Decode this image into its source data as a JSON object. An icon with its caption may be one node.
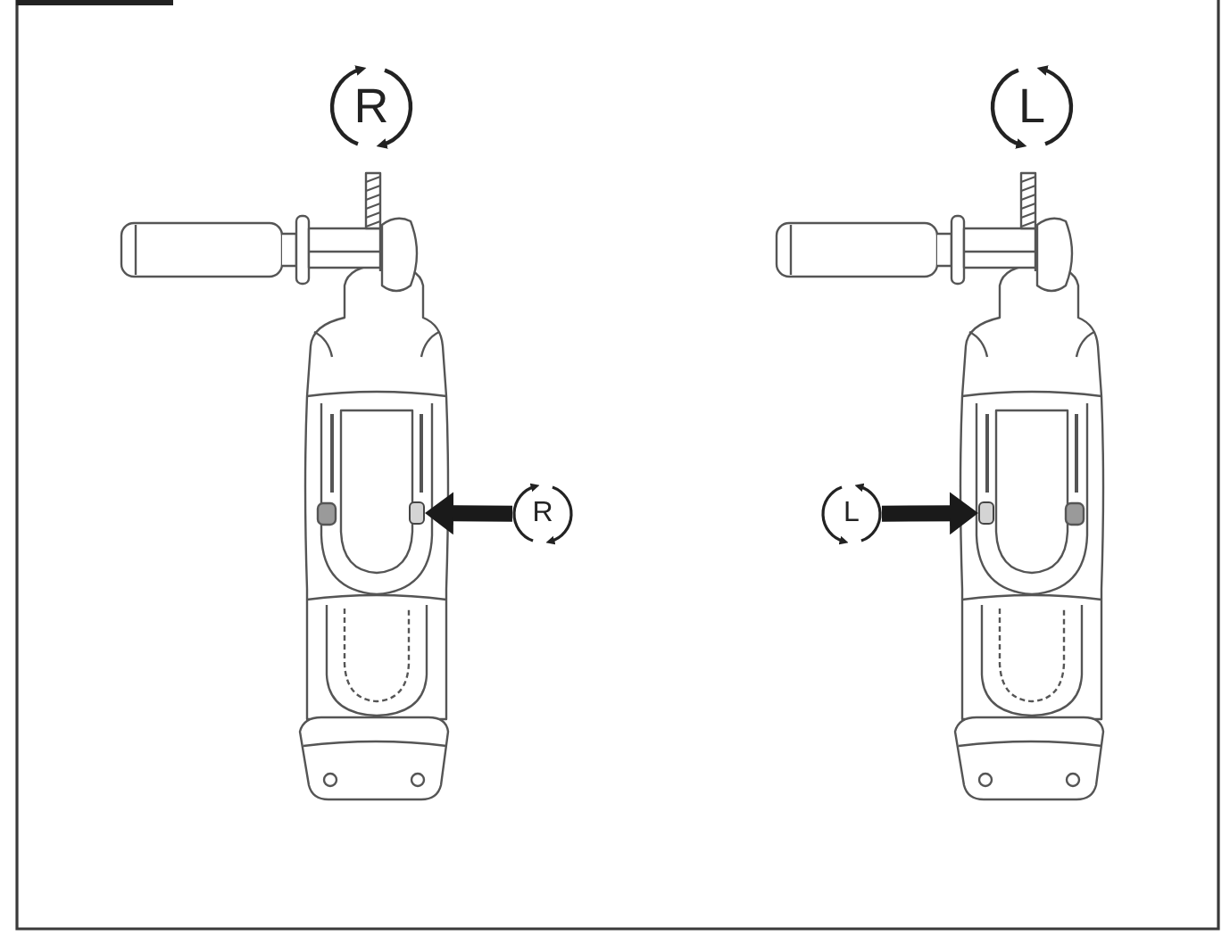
{
  "diagram": {
    "nodes": [
      {
        "text": [],
        "shape": "button"
      },
      {
        "text": [
          "R"
        ]
      },
      {
        "text": [
          "L"
        ]
      },
      {
        "text": [],
        "shape": "button"
      }
    ],
    "edges": [
      {
        "from": 1,
        "to": 0,
        "arrow": "to"
      },
      {
        "from": 2,
        "to": 3,
        "arrow": "to"
      }
    ],
    "labels": [
      "R",
      "L"
    ]
  }
}
